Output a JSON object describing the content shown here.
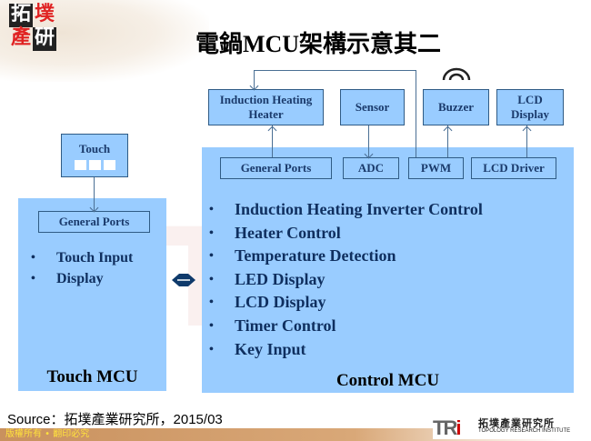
{
  "logo": {
    "chars": [
      "拓",
      "墣",
      "產",
      "研"
    ]
  },
  "title": "電鍋MCU架構示意其二",
  "top_components": [
    {
      "id": "induction_heater",
      "label": "Induction Heating Heater"
    },
    {
      "id": "sensor",
      "label": "Sensor"
    },
    {
      "id": "buzzer",
      "label": "Buzzer"
    },
    {
      "id": "lcd_display",
      "label": "LCD Display"
    }
  ],
  "touch": {
    "sensor_label": "Touch",
    "keys": 3,
    "port_label": "General Ports",
    "features": [
      "Touch Input",
      "Display"
    ],
    "mcu_title": "Touch MCU"
  },
  "control": {
    "ports": [
      "General Ports",
      "ADC",
      "PWM",
      "LCD Driver"
    ],
    "features": [
      "Induction Heating Inverter Control",
      "Heater Control",
      "Temperature Detection",
      "LED Display",
      "LCD Display",
      "Timer Control",
      "Key Input"
    ],
    "mcu_title": "Control MCU"
  },
  "connections": [
    {
      "from": "Touch",
      "to": "Touch MCU General Ports",
      "direction": "down"
    },
    {
      "from": "Control MCU General Ports",
      "to": "Induction Heating Heater",
      "direction": "up"
    },
    {
      "from": "Sensor",
      "to": "ADC",
      "direction": "down"
    },
    {
      "from": "PWM",
      "to": "Induction Heating Heater",
      "direction": "up-over"
    },
    {
      "from": "PWM",
      "to": "Buzzer",
      "direction": "up"
    },
    {
      "from": "LCD Driver",
      "to": "LCD Display",
      "direction": "up"
    },
    {
      "from": "Touch MCU",
      "to": "Control MCU",
      "direction": "bidirectional"
    }
  ],
  "source": "Source：拓墣產業研究所，2015/03",
  "footer": {
    "copyright": "版權所有 • 翻印必究",
    "org_mark": "TRI",
    "org_cn": "拓墣產業研究所",
    "org_en": "TOPOLOGY RESEARCH INSTITUTE"
  },
  "colors": {
    "box_fill": "#99ccff",
    "box_border": "#2f5b85",
    "text_dark": "#0f2f5f",
    "footer": "#c9915e"
  }
}
